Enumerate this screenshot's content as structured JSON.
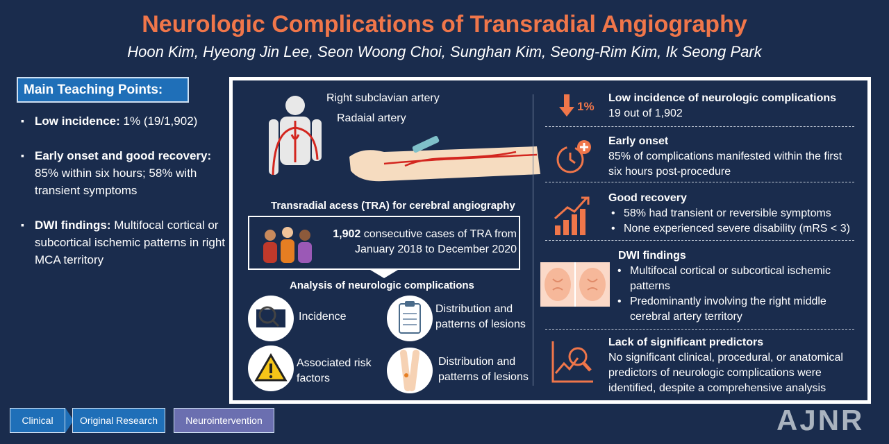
{
  "header": {
    "title": "Neurologic Complications of Transradial Angiography",
    "authors": "Hoon Kim, Hyeong Jin Lee, Seon Woong Choi, Sunghan Kim, Seong-Rim Kim, Ik Seong Park"
  },
  "teaching": {
    "heading": "Main Teaching Points:",
    "items": [
      {
        "bold": "Low incidence:",
        "text": " 1% (19/1,902)"
      },
      {
        "bold": "Early onset and good recovery:",
        "text": " 85% within six hours; 58% with transient symptoms"
      },
      {
        "bold": "DWI findings:",
        "text": " Multifocal cortical or subcortical ischemic patterns in right MCA territory"
      }
    ]
  },
  "diagram": {
    "label_subclavian": "Right subclavian artery",
    "label_radial": "Radaial artery",
    "caption": "Transradial acess (TRA) for cerebral angiography",
    "cases_bold": "1,902",
    "cases_rest": " consecutive cases of TRA from January 2018 to December 2020",
    "analysis_heading": "Analysis of neurologic complications",
    "analysis": {
      "incidence": "Incidence",
      "distribution_1": "Distribution and patterns of lesions",
      "risk": "Associated risk factors",
      "distribution_2": "Distribution and patterns of lesions"
    }
  },
  "findings": [
    {
      "icon_value": "1%",
      "title": "Low incidence of neurologic complications",
      "text": "19 out of 1,902"
    },
    {
      "title": "Early onset",
      "text": "85% of complications manifested within the first six hours post-procedure"
    },
    {
      "title": "Good recovery",
      "bullets": [
        "58% had transient or reversible symptoms",
        "None experienced severe disability (mRS < 3)"
      ]
    },
    {
      "title": "DWI findings",
      "bullets": [
        "Multifocal cortical or subcortical ischemic patterns",
        "Predominantly involving the right middle cerebral artery territory"
      ]
    },
    {
      "title": "Lack of significant predictors",
      "text": "No significant clinical, procedural, or anatomical predictors of neurologic complications were identified, despite a comprehensive analysis"
    }
  ],
  "tags": {
    "clinical": "Clinical",
    "original": "Original Research",
    "neuro": "Neurointervention"
  },
  "logo": "AJNR",
  "colors": {
    "accent": "#f0764a",
    "background": "#1a2c4d",
    "badge": "#1f6fb8"
  }
}
